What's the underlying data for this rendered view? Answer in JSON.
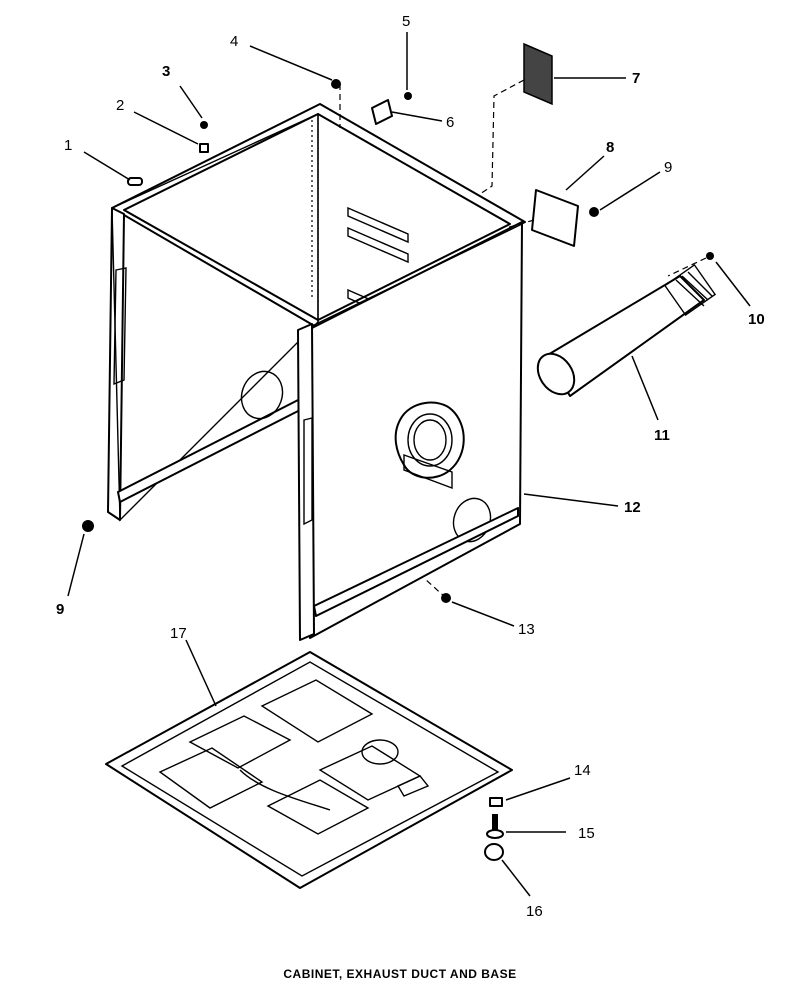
{
  "callouts": {
    "c1": "1",
    "c2": "2",
    "c3": "3",
    "c4": "4",
    "c5": "5",
    "c6": "6",
    "c7": "7",
    "c8": "8",
    "c9a": "9",
    "c9b": "9",
    "c10": "10",
    "c11": "11",
    "c12": "12",
    "c13": "13",
    "c14": "14",
    "c15": "15",
    "c16": "16",
    "c17": "17"
  },
  "caption": "CABINET, EXHAUST DUCT AND BASE"
}
